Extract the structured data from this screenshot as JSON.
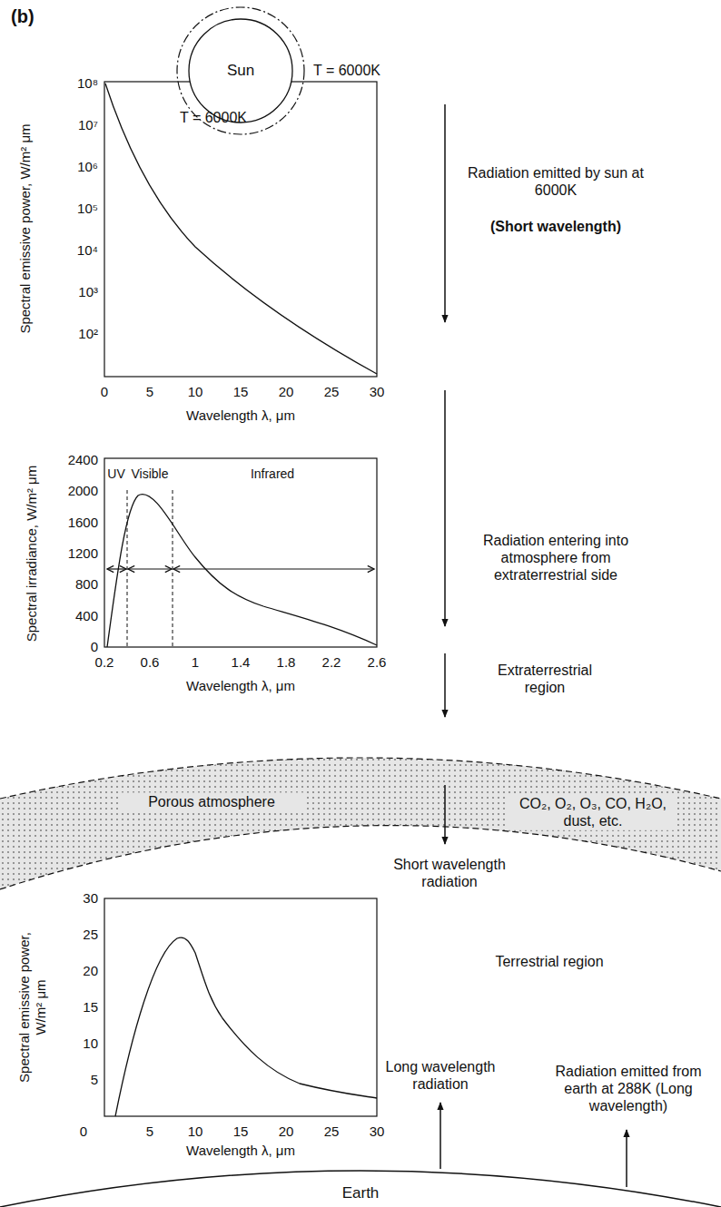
{
  "diagram": {
    "nodes": [
      {
        "text": [
          "Sun"
        ]
      },
      {
        "text": [
          "Porous atmosphere",
          "CO₂, O₂, O₃, CO, H₂O, dust, etc."
        ]
      },
      {
        "text": [
          "Earth"
        ]
      }
    ],
    "labels": [
      "(b)",
      "T = 6000K",
      "Radiation emitted by sun at 6000K",
      "(Short wavelength)",
      "Spectral emissive power, W/m² μm",
      "10⁸",
      "10⁷",
      "10⁶",
      "10⁵",
      "10⁴",
      "10³",
      "10²",
      "0",
      "5",
      "10",
      "15",
      "20",
      "25",
      "30",
      "Wavelength λ, μm",
      "T = 6000K",
      "2400",
      "2000",
      "1600",
      "1200",
      "800",
      "400",
      "0",
      "0.2",
      "0.6",
      "1",
      "1.4",
      "1.8",
      "2.2",
      "2.6",
      "Wavelength λ, μm",
      "Spectral irradiance, W/m² μm",
      "UV",
      "Visible",
      "Infrared",
      "Radiation entering into atmosphere from extraterrestrial side",
      "Extraterrestrial region",
      "Spectral emissive power, W/m² μm",
      "30",
      "25",
      "20",
      "15",
      "10",
      "5",
      "0",
      "5",
      "10",
      "15",
      "20",
      "25",
      "30",
      "Wavelength λ, μm",
      "Short wavelength radiation",
      "Terrestrial region",
      "Long wavelength radiation",
      "Radiation emitted from earth at 288K (Long wavelength)"
    ]
  }
}
